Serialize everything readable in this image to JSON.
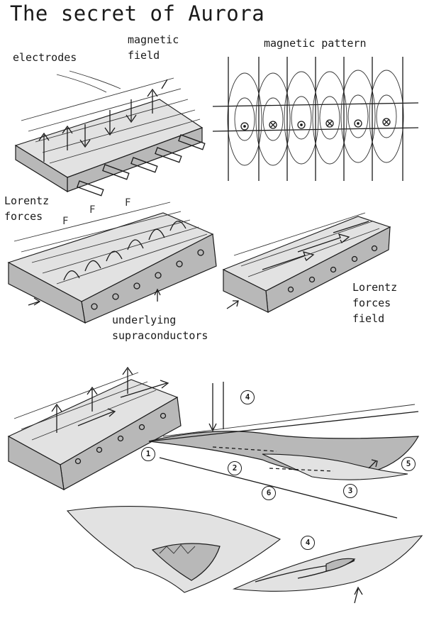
{
  "title": "The secret of Aurora",
  "labels": {
    "electrodes": "electrodes",
    "magnetic_field": "magnetic\nfield",
    "magnetic_pattern": "magnetic pattern",
    "lorentz_forces": "Lorentz\nforces",
    "underlying_supraconductors": "underlying\nsupraconductors",
    "lorentz_forces_field": "Lorentz\nforces\nfield",
    "force_symbol": "F"
  },
  "markers": {
    "m1": "1",
    "m2": "2",
    "m3": "3",
    "m4a": "4",
    "m4b": "4",
    "m5": "5",
    "m6": "6"
  }
}
